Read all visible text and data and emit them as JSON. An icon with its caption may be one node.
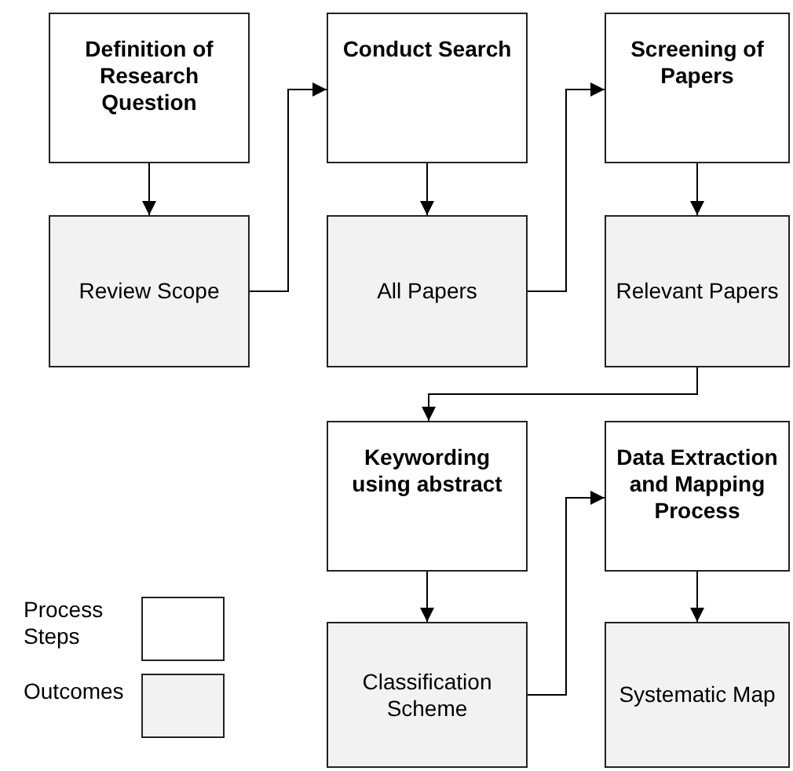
{
  "diagram": {
    "nodes": [
      {
        "text": [
          "Definition of Research Question"
        ]
      },
      {
        "text": [
          "Review Scope"
        ]
      },
      {
        "text": [
          "Conduct Search"
        ]
      },
      {
        "text": [
          "All Papers"
        ]
      },
      {
        "text": [
          "Screening of Papers"
        ]
      },
      {
        "text": [
          "Relevant Papers"
        ]
      },
      {
        "text": [
          "Keywording using abstract"
        ]
      },
      {
        "text": [
          "Classification Scheme"
        ]
      },
      {
        "text": [
          "Data Extraction and Mapping Process"
        ]
      },
      {
        "text": [
          "Systematic Map"
        ]
      }
    ],
    "edges": [
      {
        "from": 0,
        "to": 1,
        "arrow": "to"
      },
      {
        "from": 1,
        "to": 2,
        "arrow": "to"
      },
      {
        "from": 2,
        "to": 3,
        "arrow": "to"
      },
      {
        "from": 3,
        "to": 4,
        "arrow": "to"
      },
      {
        "from": 4,
        "to": 5,
        "arrow": "to"
      },
      {
        "from": 5,
        "to": 6,
        "arrow": "to"
      },
      {
        "from": 6,
        "to": 7,
        "arrow": "to"
      },
      {
        "from": 7,
        "to": 8,
        "arrow": "to"
      },
      {
        "from": 8,
        "to": 9,
        "arrow": "to"
      }
    ],
    "legend": [
      {
        "text": "Process Steps",
        "color": "#ffffff"
      },
      {
        "text": "Outcomes",
        "color": "#f2f2f2"
      }
    ]
  }
}
